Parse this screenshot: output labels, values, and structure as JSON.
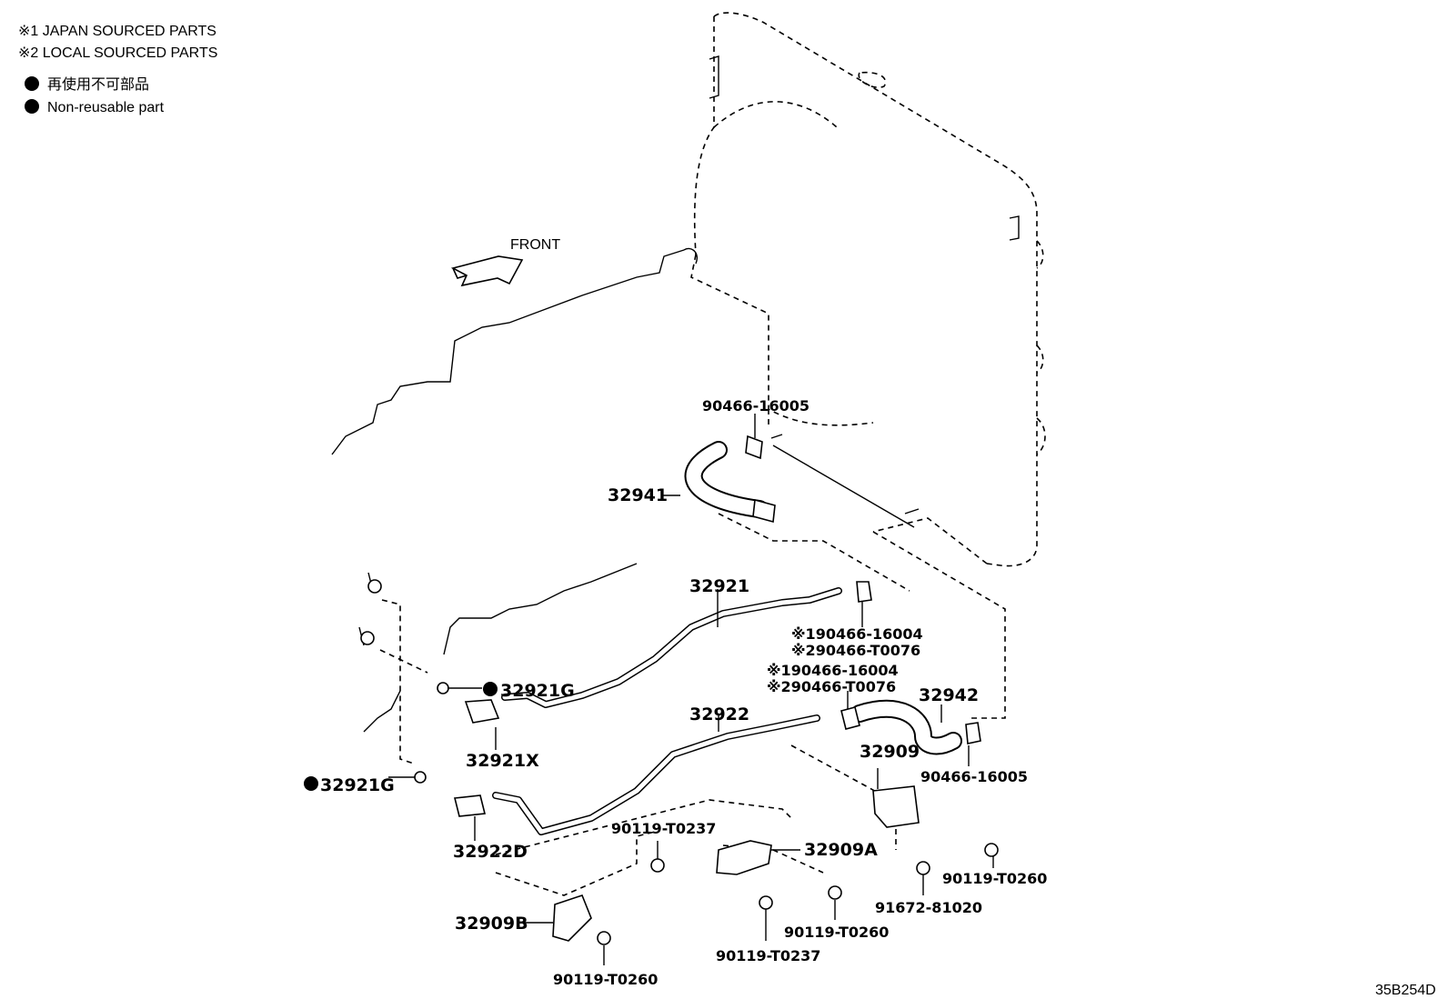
{
  "legend": {
    "japan_note": "※1 JAPAN SOURCED PARTS",
    "local_note": "※2 LOCAL SOURCED PARTS",
    "nonreusable_jp": "再使用不可部品",
    "nonreusable_en": "Non-reusable part"
  },
  "front_label": "FRONT",
  "diagram_code": "35B254D",
  "callouts": {
    "c90466_16005_top": "90466-16005",
    "c32941": "32941",
    "c32921": "32921",
    "c90466_16004_a": "※190466-16004",
    "c90466_T0076_a": "※290466-T0076",
    "c90466_16004_b": "※190466-16004",
    "c90466_T0076_b": "※290466-T0076",
    "c32942": "32942",
    "c32921G_top": "32921G",
    "c32921X": "32921X",
    "c32922": "32922",
    "c32909": "32909",
    "c90466_16005_bot": "90466-16005",
    "c32921G_left": "32921G",
    "c32922D": "32922D",
    "c90119_T0237_top": "90119-T0237",
    "c32909A": "32909A",
    "c90119_T0260_right": "90119-T0260",
    "c91672_81020": "91672-81020",
    "c32909B": "32909B",
    "c90119_T0260_mid": "90119-T0260",
    "c90119_T0237_bot": "90119-T0237",
    "c90119_T0260_bot": "90119-T0260"
  }
}
